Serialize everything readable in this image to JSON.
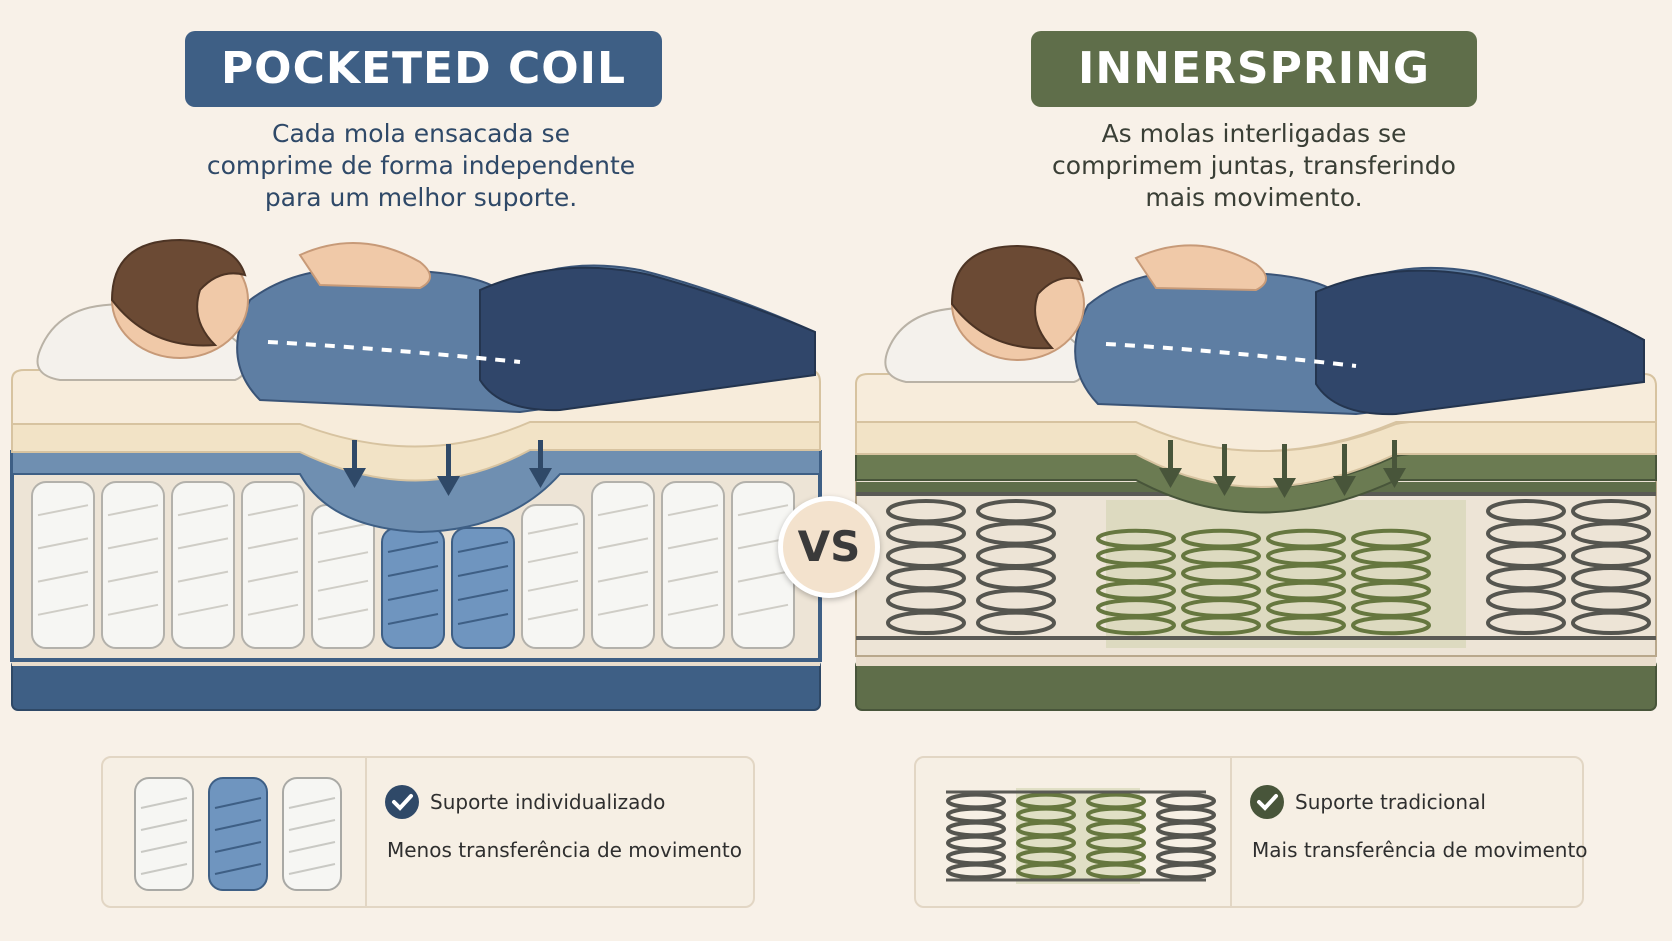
{
  "left": {
    "title": "POCKETED COIL",
    "description": "Cada mola ensacada se\ncomprime de forma independente\npara um melhor suporte.",
    "legend_primary": "Suporte individualizado",
    "legend_secondary": "Menos transferência de movimento",
    "accent_color": "#3e5f85",
    "icon": "pocketed-coil-icon"
  },
  "right": {
    "title": "INNERSPRING",
    "description": "As molas interligadas se\ncomprimem juntas, transferindo\nmais movimento.",
    "legend_primary": "Suporte tradicional",
    "legend_secondary": "Mais transferência de movimento",
    "accent_color": "#5f6e4a",
    "icon": "innerspring-coil-icon"
  },
  "vs_label": "VS",
  "check_icon": "checkmark-circle-icon"
}
